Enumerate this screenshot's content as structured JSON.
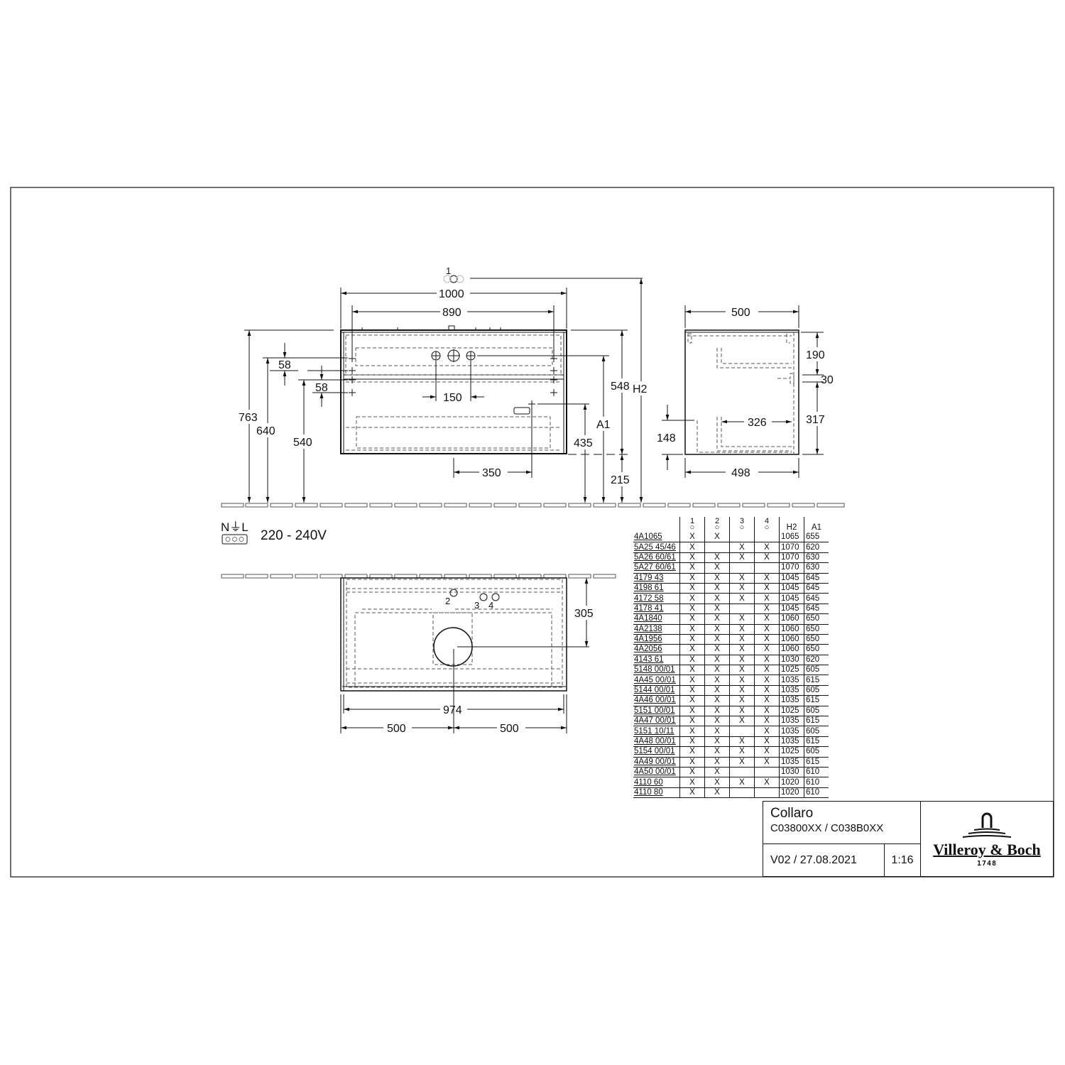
{
  "drawing": {
    "front_view": {
      "overall_width": "1000",
      "inner_width": "890",
      "tap_spacing": "150",
      "drawer_offset_a": "58",
      "drawer_offset_b": "58",
      "height_763": "763",
      "height_640": "640",
      "height_540": "540",
      "height_435": "435",
      "height_548": "548",
      "height_215": "215",
      "dim_350": "350",
      "label_a1": "A1",
      "label_h2": "H2",
      "connection_1_label": "1"
    },
    "side_view": {
      "top_depth": "500",
      "bottom_depth": "498",
      "dim_190": "190",
      "dim_30": "30",
      "dim_317": "317",
      "dim_326": "326",
      "dim_148": "148"
    },
    "plan_view": {
      "inner_width": "974",
      "left_half": "500",
      "right_half": "500",
      "depth_305": "305",
      "connection_2_label": "2",
      "connection_3_label": "3",
      "connection_4_label": "4"
    },
    "electrical": {
      "terminal_label": "N⏚L",
      "voltage": "220 - 240V"
    }
  },
  "spec_table": {
    "headers": {
      "c1": "1",
      "c2": "2",
      "c3": "3",
      "c4": "4",
      "h2": "H2",
      "a1": "A1"
    },
    "rows": [
      {
        "code": "4A1065",
        "c1": "X",
        "c2": "X",
        "c3": "",
        "c4": "",
        "h2": "1065",
        "a1": "655"
      },
      {
        "code": "5A25 45/46",
        "c1": "X",
        "c2": "",
        "c3": "X",
        "c4": "X",
        "h2": "1070",
        "a1": "620"
      },
      {
        "code": "5A26 60/61",
        "c1": "X",
        "c2": "X",
        "c3": "X",
        "c4": "X",
        "h2": "1070",
        "a1": "630"
      },
      {
        "code": "5A27 60/61",
        "c1": "X",
        "c2": "X",
        "c3": "",
        "c4": "",
        "h2": "1070",
        "a1": "630"
      },
      {
        "code": "4179 43",
        "c1": "X",
        "c2": "X",
        "c3": "X",
        "c4": "X",
        "h2": "1045",
        "a1": "645"
      },
      {
        "code": "4198 61",
        "c1": "X",
        "c2": "X",
        "c3": "X",
        "c4": "X",
        "h2": "1045",
        "a1": "645"
      },
      {
        "code": "4172 58",
        "c1": "X",
        "c2": "X",
        "c3": "X",
        "c4": "X",
        "h2": "1045",
        "a1": "645"
      },
      {
        "code": "4178 41",
        "c1": "X",
        "c2": "X",
        "c3": "",
        "c4": "X",
        "h2": "1045",
        "a1": "645"
      },
      {
        "code": "4A1840",
        "c1": "X",
        "c2": "X",
        "c3": "X",
        "c4": "X",
        "h2": "1060",
        "a1": "650"
      },
      {
        "code": "4A2138",
        "c1": "X",
        "c2": "X",
        "c3": "X",
        "c4": "X",
        "h2": "1060",
        "a1": "650"
      },
      {
        "code": "4A1956",
        "c1": "X",
        "c2": "X",
        "c3": "X",
        "c4": "X",
        "h2": "1060",
        "a1": "650"
      },
      {
        "code": "4A2056",
        "c1": "X",
        "c2": "X",
        "c3": "X",
        "c4": "X",
        "h2": "1060",
        "a1": "650"
      },
      {
        "code": "4143 61",
        "c1": "X",
        "c2": "X",
        "c3": "X",
        "c4": "X",
        "h2": "1030",
        "a1": "620"
      },
      {
        "code": "5148 00/01",
        "c1": "X",
        "c2": "X",
        "c3": "X",
        "c4": "X",
        "h2": "1025",
        "a1": "605"
      },
      {
        "code": "4A45 00/01",
        "c1": "X",
        "c2": "X",
        "c3": "X",
        "c4": "X",
        "h2": "1035",
        "a1": "615"
      },
      {
        "code": "5144 00/01",
        "c1": "X",
        "c2": "X",
        "c3": "X",
        "c4": "X",
        "h2": "1035",
        "a1": "605"
      },
      {
        "code": "4A46 00/01",
        "c1": "X",
        "c2": "X",
        "c3": "X",
        "c4": "X",
        "h2": "1035",
        "a1": "615"
      },
      {
        "code": "5151 00/01",
        "c1": "X",
        "c2": "X",
        "c3": "X",
        "c4": "X",
        "h2": "1025",
        "a1": "605"
      },
      {
        "code": "4A47 00/01",
        "c1": "X",
        "c2": "X",
        "c3": "X",
        "c4": "X",
        "h2": "1035",
        "a1": "615"
      },
      {
        "code": "5151 10/11",
        "c1": "X",
        "c2": "X",
        "c3": "",
        "c4": "X",
        "h2": "1035",
        "a1": "605"
      },
      {
        "code": "4A48 00/01",
        "c1": "X",
        "c2": "X",
        "c3": "X",
        "c4": "X",
        "h2": "1035",
        "a1": "615"
      },
      {
        "code": "5154 00/01",
        "c1": "X",
        "c2": "X",
        "c3": "X",
        "c4": "X",
        "h2": "1025",
        "a1": "605"
      },
      {
        "code": "4A49 00/01",
        "c1": "X",
        "c2": "X",
        "c3": "X",
        "c4": "X",
        "h2": "1035",
        "a1": "615"
      },
      {
        "code": "4A50 00/01",
        "c1": "X",
        "c2": "X",
        "c3": "",
        "c4": "",
        "h2": "1030",
        "a1": "610"
      },
      {
        "code": "4110 60",
        "c1": "X",
        "c2": "X",
        "c3": "X",
        "c4": "X",
        "h2": "1020",
        "a1": "610"
      },
      {
        "code": "4110 80",
        "c1": "X",
        "c2": "X",
        "c3": "",
        "c4": "",
        "h2": "1020",
        "a1": "610"
      }
    ]
  },
  "title_block": {
    "product": "Collaro",
    "article_codes": "C03800XX / C038B0XX",
    "version_date": "V02 / 27.08.2021",
    "scale": "1:16",
    "brand": "Villeroy & Boch",
    "brand_year": "1748"
  }
}
